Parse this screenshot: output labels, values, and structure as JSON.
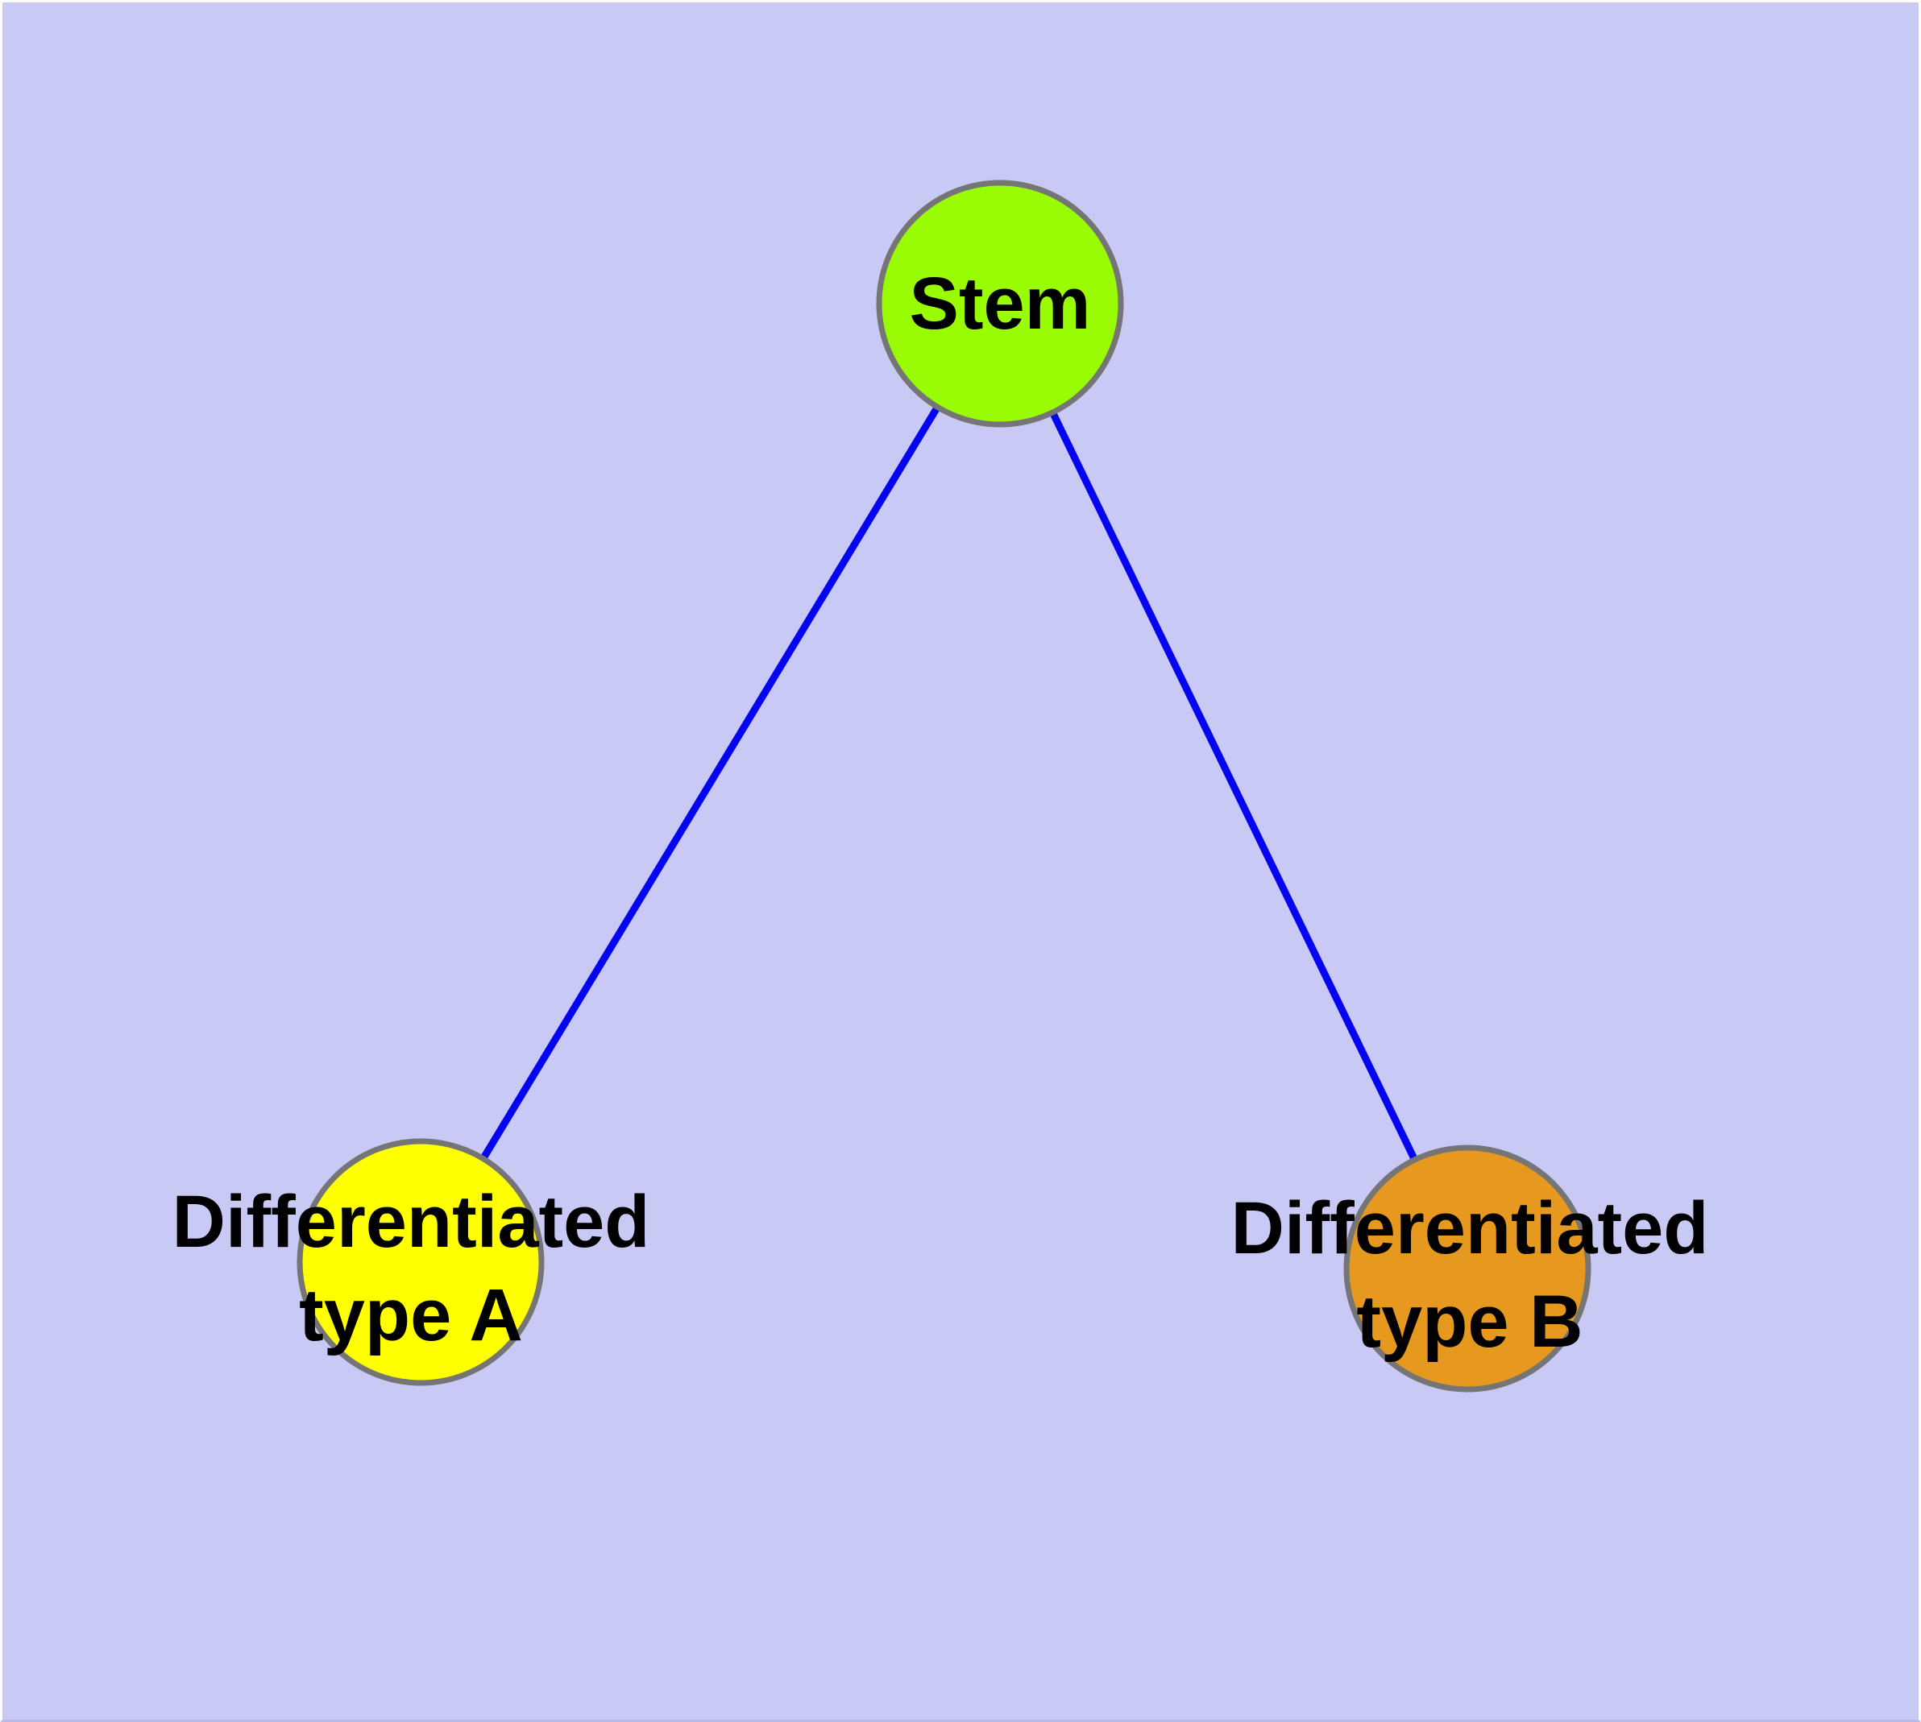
{
  "theme": {
    "background-color": "#c9c9f6",
    "frame-highlight-color": "#ffffff",
    "frame-shadow-color": "#b9b9e8",
    "edge-color": "#0404f0",
    "node-border-color": "#757575",
    "stem-node-color": "#9afc04",
    "type-a-node-color": "#ffff00",
    "type-b-node-color": "#e6991e",
    "label-text-color": "#000000"
  },
  "diagram": {
    "type": "node-link-graph",
    "nodes": {
      "stem": {
        "label": "Stem"
      },
      "type_a": {
        "label_line1": "Differentiated",
        "label_line2": "type A"
      },
      "type_b": {
        "label_line1": "Differentiated",
        "label_line2": "type B"
      }
    },
    "edges": [
      {
        "from": "Stem",
        "to": "Differentiated type A"
      },
      {
        "from": "Stem",
        "to": "Differentiated type B"
      }
    ]
  }
}
